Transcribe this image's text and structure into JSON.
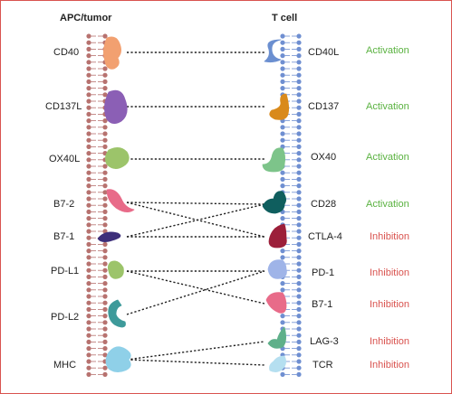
{
  "headers": {
    "left": "APC/tumor",
    "right": "T cell"
  },
  "colors": {
    "left_membrane": "#b7726f",
    "right_membrane": "#6f8fd1",
    "activation": "#5ab240",
    "inhibition": "#d9534f",
    "frame": "#d9534f"
  },
  "left_ligands": [
    {
      "label": "CD40",
      "color": "#f2a070"
    },
    {
      "label": "CD137L",
      "color": "#8b5fb5"
    },
    {
      "label": "OX40L",
      "color": "#9cc46a"
    },
    {
      "label": "B7-2",
      "color": "#e86b89"
    },
    {
      "label": "B7-1",
      "color": "#3d2f7a"
    },
    {
      "label": "PD-L1",
      "color": "#9cc46a"
    },
    {
      "label": "PD-L2",
      "color": "#3e9a9a"
    },
    {
      "label": "MHC",
      "color": "#8fd0e8"
    }
  ],
  "right_receptors": [
    {
      "label": "CD40L",
      "status": "Activation",
      "color": "#6b8fd0"
    },
    {
      "label": "CD137",
      "status": "Activation",
      "color": "#d98a1c"
    },
    {
      "label": "OX40",
      "status": "Activation",
      "color": "#7dc48a"
    },
    {
      "label": "CD28",
      "status": "Activation",
      "color": "#0f5e5e"
    },
    {
      "label": "CTLA-4",
      "status": "Inhibition",
      "color": "#9c1f3a"
    },
    {
      "label": "PD-1",
      "status": "Inhibition",
      "color": "#9fb4e8"
    },
    {
      "label": "B7-1",
      "status": "Inhibition",
      "color": "#e86b89"
    },
    {
      "label": "LAG-3",
      "status": "Inhibition",
      "color": "#5fb08a"
    },
    {
      "label": "TCR",
      "status": "Inhibition",
      "color": "#b5dff0"
    }
  ],
  "interactions": [
    [
      "CD40",
      "CD40L"
    ],
    [
      "CD137L",
      "CD137"
    ],
    [
      "OX40L",
      "OX40"
    ],
    [
      "B7-2",
      "CD28"
    ],
    [
      "B7-2",
      "CTLA-4"
    ],
    [
      "B7-1",
      "CD28"
    ],
    [
      "B7-1",
      "CTLA-4"
    ],
    [
      "PD-L1",
      "PD-1"
    ],
    [
      "PD-L1",
      "B7-1"
    ],
    [
      "PD-L2",
      "PD-1"
    ],
    [
      "MHC",
      "LAG-3"
    ],
    [
      "MHC",
      "TCR"
    ]
  ]
}
